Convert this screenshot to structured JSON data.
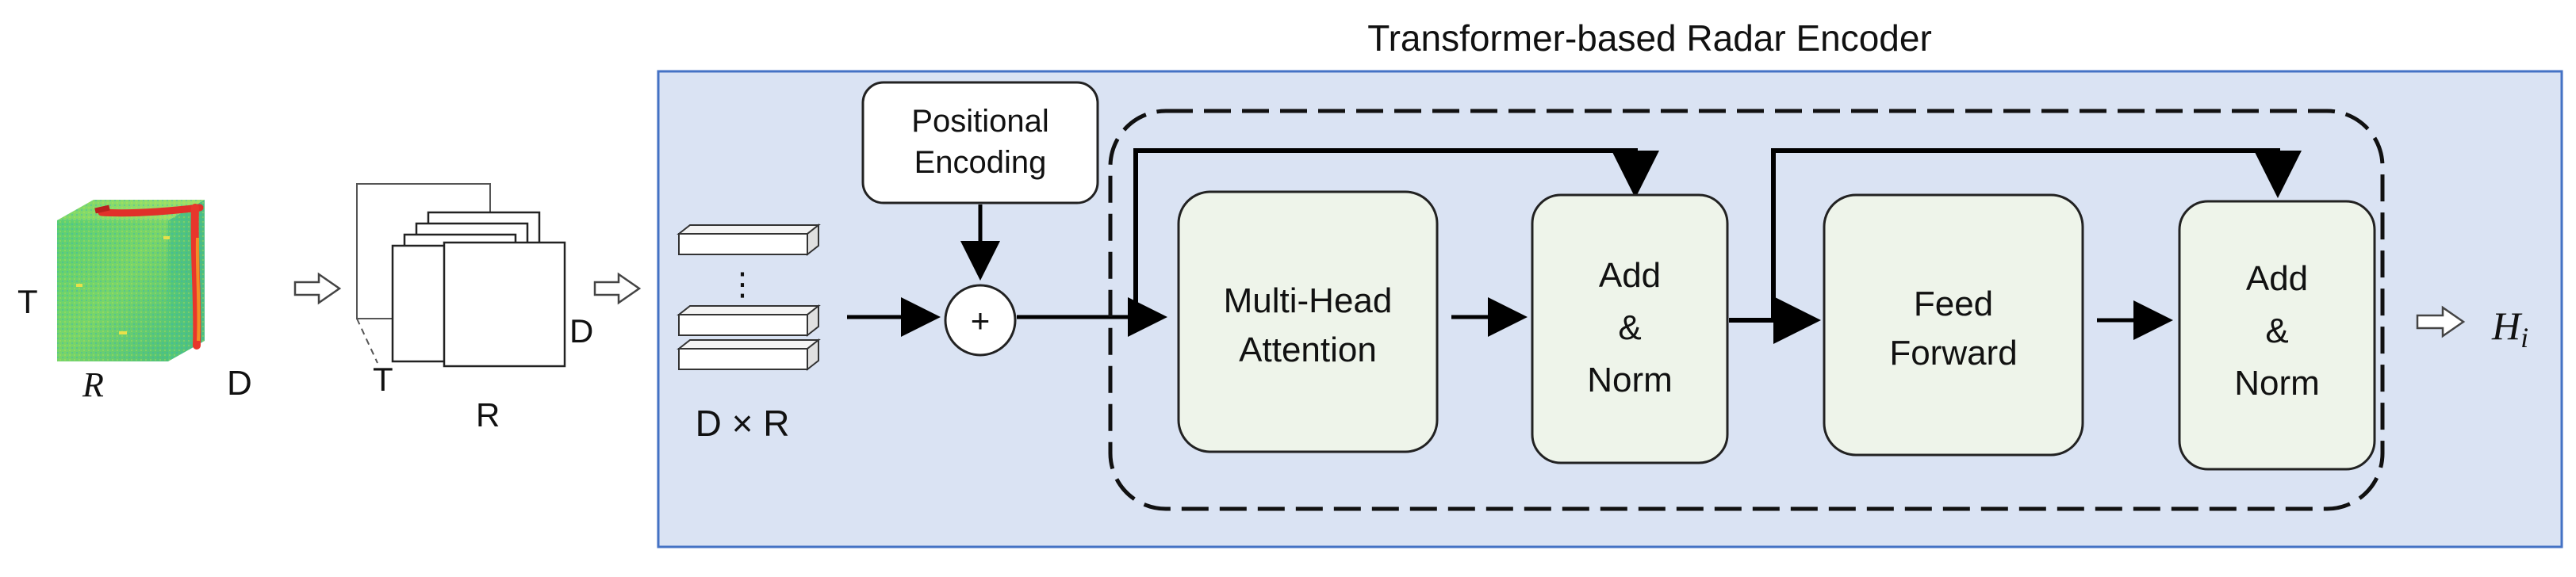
{
  "title": "Transformer-based Radar Encoder",
  "cube": {
    "t_label": "T",
    "r_label": "R",
    "d_label": "D"
  },
  "frames": {
    "t_label": "T",
    "r_label": "R",
    "d_label": "D"
  },
  "tokens": {
    "ellipsis": "⋮",
    "dim_label": "D × R"
  },
  "positional_encoding": {
    "line1": "Positional",
    "line2": "Encoding",
    "plus": "+"
  },
  "blocks": {
    "attention": {
      "line1": "Multi-Head",
      "line2": "Attention"
    },
    "add_norm_1": {
      "line1": "Add",
      "line2": "&",
      "line3": "Norm"
    },
    "feed_forward": {
      "line1": "Feed",
      "line2": "Forward"
    },
    "add_norm_2": {
      "line1": "Add",
      "line2": "&",
      "line3": "Norm"
    }
  },
  "output": {
    "symbol": "H",
    "subscript": "i"
  },
  "colors": {
    "encoder_bg": "#dae3f3",
    "encoder_border": "#4472c4",
    "block_fill": "#eef4ea",
    "heatmap_base": "#6fd36f",
    "heatmap_ridge": "#e0302a"
  }
}
